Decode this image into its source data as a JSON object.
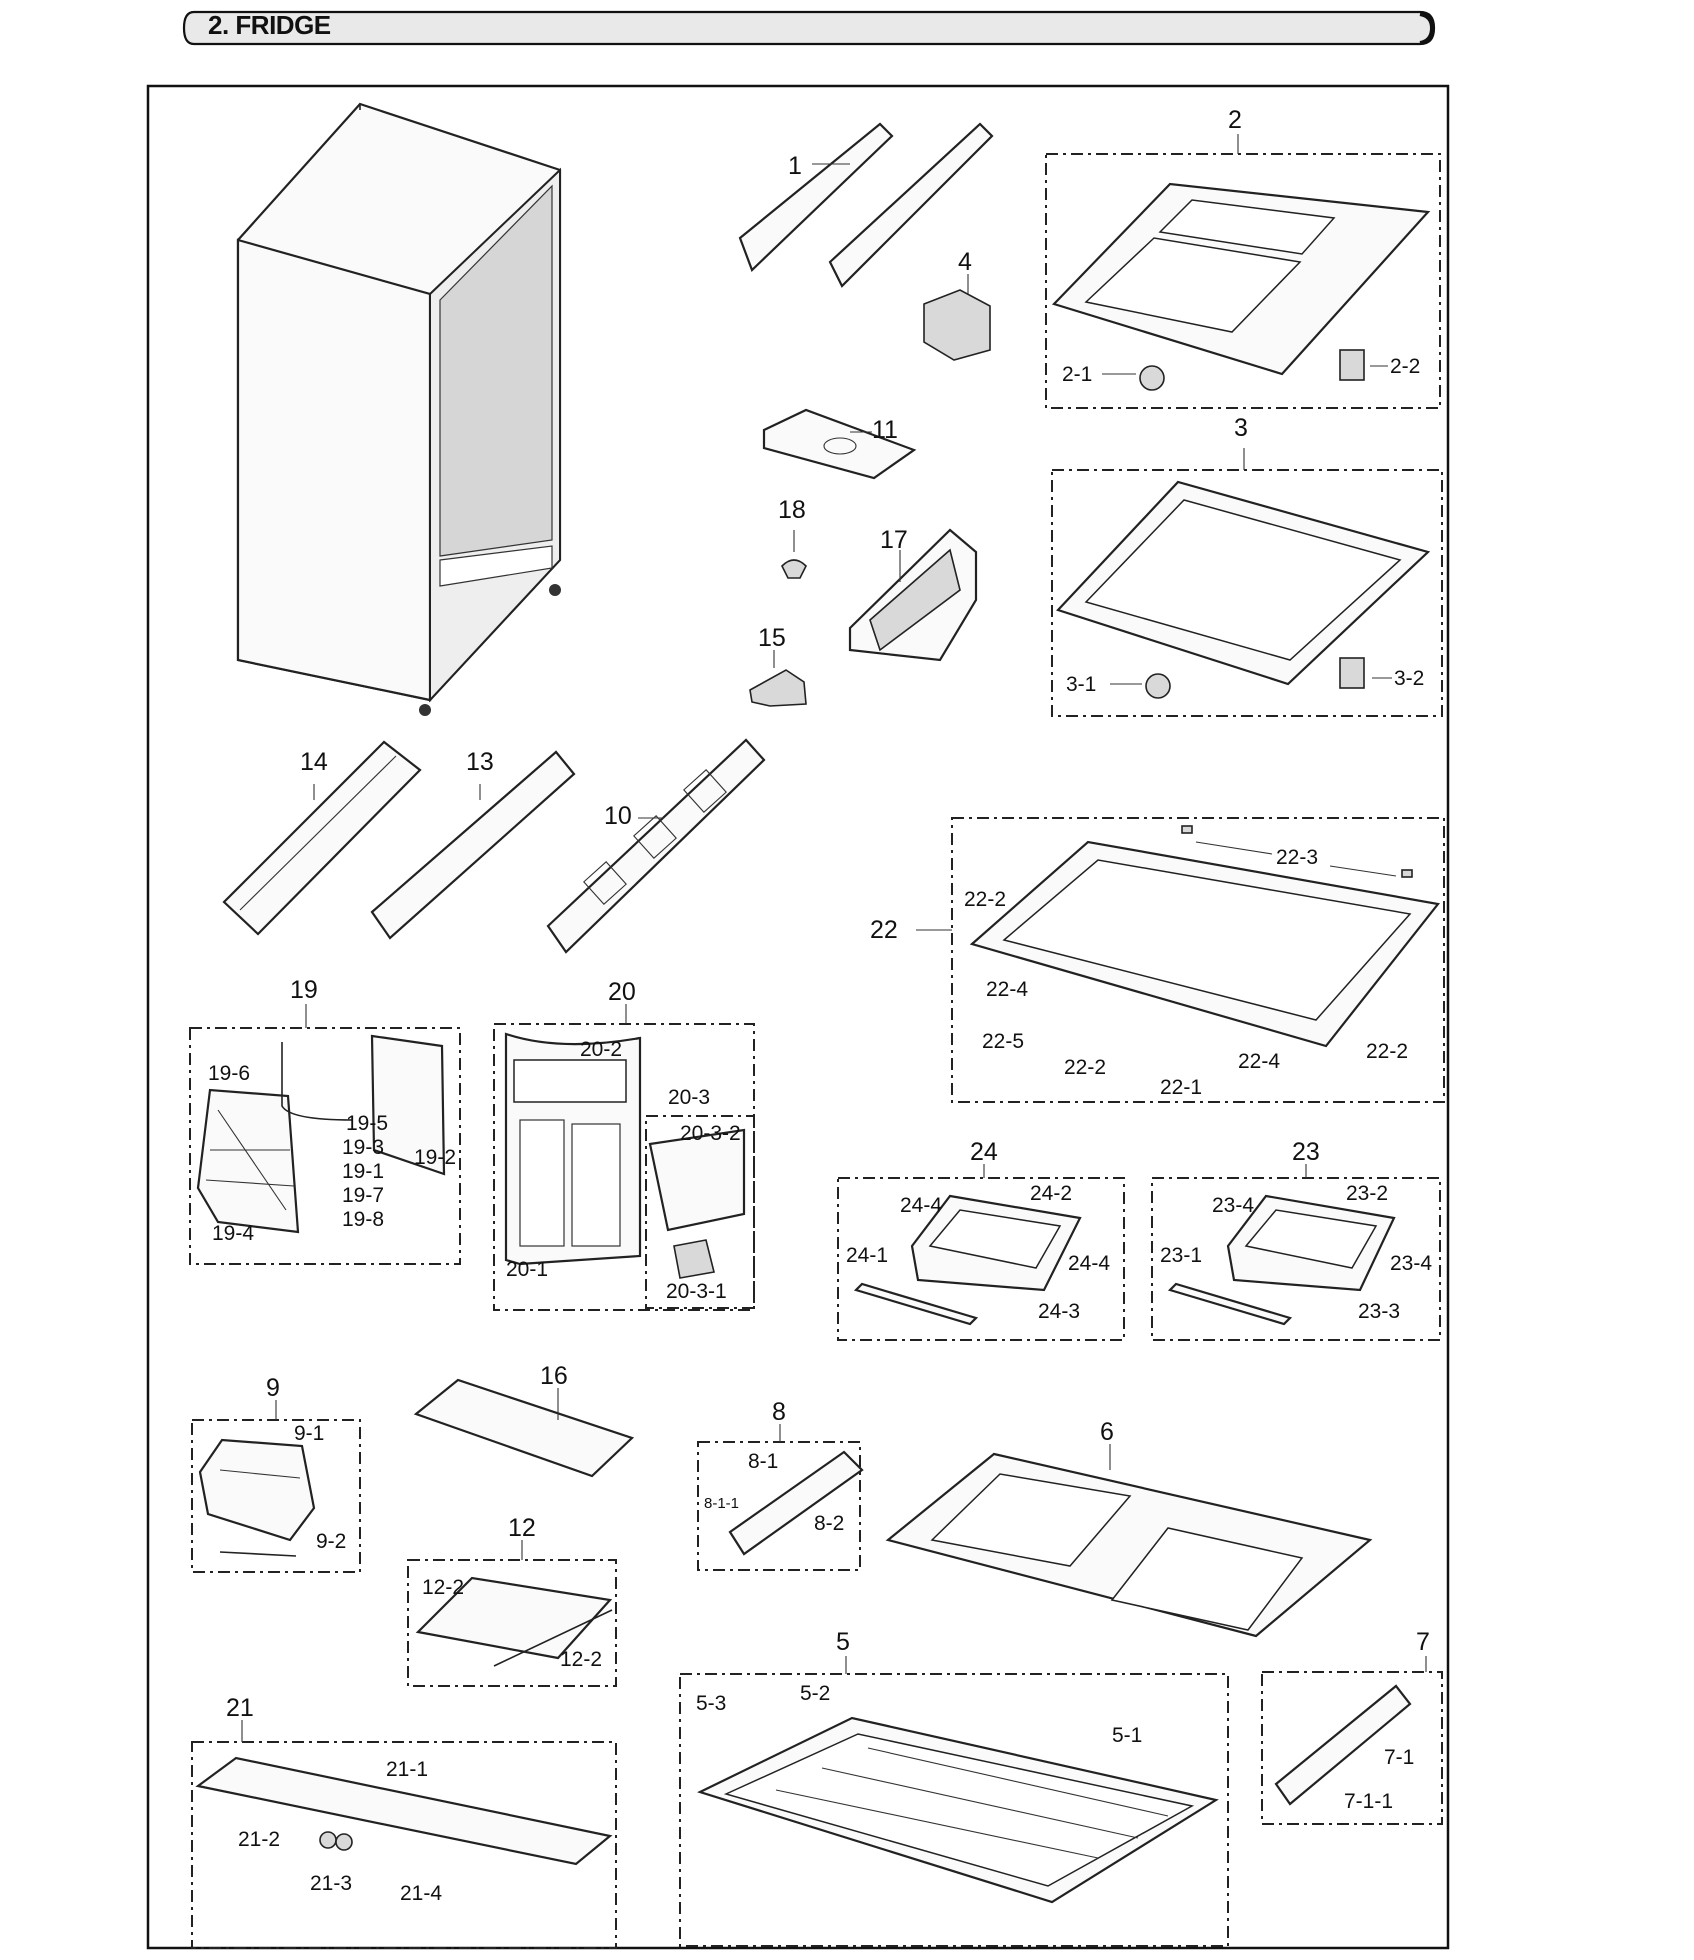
{
  "section_title": "2. FRIDGE",
  "labels": {
    "p1": "1",
    "p2": "2",
    "p2_1": "2-1",
    "p2_2": "2-2",
    "p3": "3",
    "p3_1": "3-1",
    "p3_2": "3-2",
    "p4": "4",
    "p5": "5",
    "p5_1": "5-1",
    "p5_2": "5-2",
    "p5_3": "5-3",
    "p6": "6",
    "p7": "7",
    "p7_1": "7-1",
    "p7_1_1": "7-1-1",
    "p8": "8",
    "p8_1": "8-1",
    "p8_1_1": "8-1-1",
    "p8_2": "8-2",
    "p9": "9",
    "p9_1": "9-1",
    "p9_2": "9-2",
    "p10": "10",
    "p11": "11",
    "p12": "12",
    "p12_2a": "12-2",
    "p12_2b": "12-2",
    "p13": "13",
    "p14": "14",
    "p15": "15",
    "p16": "16",
    "p17": "17",
    "p18": "18",
    "p19": "19",
    "p19_1": "19-1",
    "p19_2": "19-2",
    "p19_3": "19-3",
    "p19_4": "19-4",
    "p19_5": "19-5",
    "p19_6": "19-6",
    "p19_7": "19-7",
    "p19_8": "19-8",
    "p20": "20",
    "p20_1": "20-1",
    "p20_2": "20-2",
    "p20_3": "20-3",
    "p20_3_1": "20-3-1",
    "p20_3_2": "20-3-2",
    "p21": "21",
    "p21_1": "21-1",
    "p21_2": "21-2",
    "p21_3": "21-3",
    "p21_4": "21-4",
    "p22": "22",
    "p22_1": "22-1",
    "p22_2a": "22-2",
    "p22_2b": "22-2",
    "p22_2c": "22-2",
    "p22_3": "22-3",
    "p22_4a": "22-4",
    "p22_4b": "22-4",
    "p22_5": "22-5",
    "p23": "23",
    "p23_1": "23-1",
    "p23_2": "23-2",
    "p23_3": "23-3",
    "p23_4a": "23-4",
    "p23_4b": "23-4",
    "p24": "24",
    "p24_1": "24-1",
    "p24_2": "24-2",
    "p24_3": "24-3",
    "p24_4a": "24-4",
    "p24_4b": "24-4"
  }
}
